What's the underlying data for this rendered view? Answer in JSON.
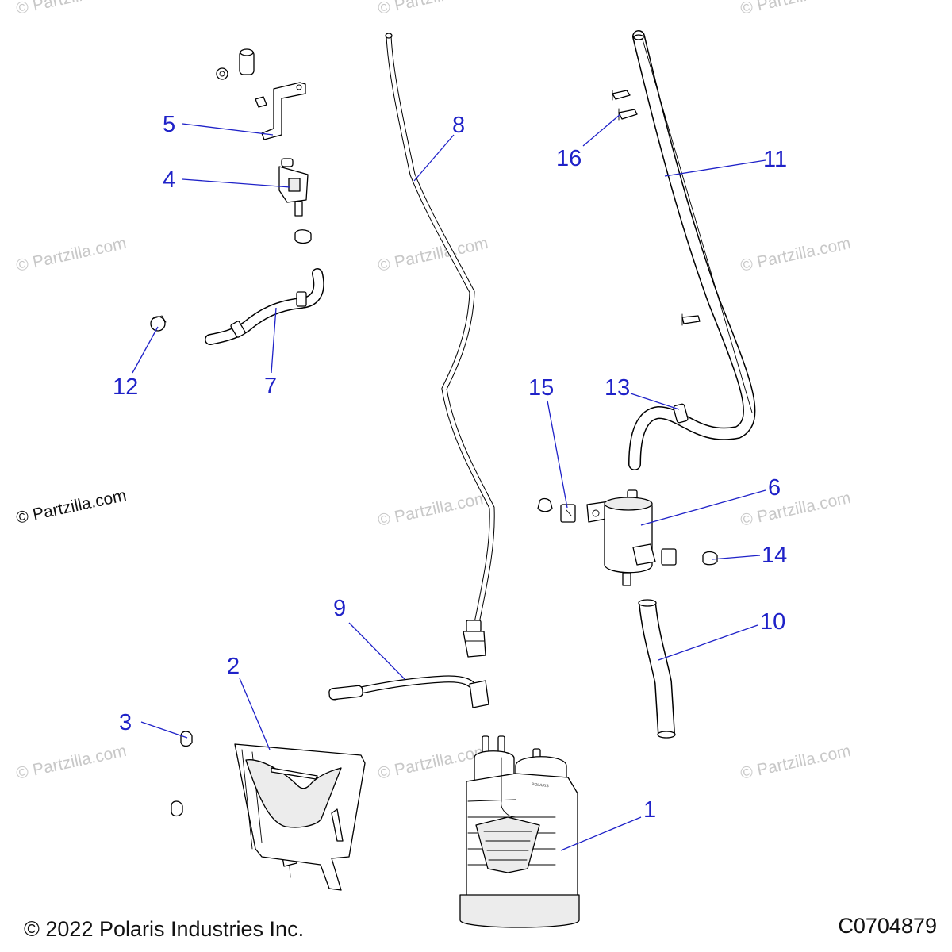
{
  "diagram": {
    "copyright": "© 2022 Polaris Industries Inc.",
    "drawing_code": "C0704879",
    "watermark_text": "© Partzilla.com",
    "canister_label": "POLARIS",
    "colors": {
      "callout": "#1f22c8",
      "line": "#000000",
      "watermark": "#c8c8c8"
    },
    "callouts": [
      {
        "id": "1",
        "label": "1"
      },
      {
        "id": "2",
        "label": "2"
      },
      {
        "id": "3",
        "label": "3"
      },
      {
        "id": "4",
        "label": "4"
      },
      {
        "id": "5",
        "label": "5"
      },
      {
        "id": "6",
        "label": "6"
      },
      {
        "id": "7",
        "label": "7"
      },
      {
        "id": "8",
        "label": "8"
      },
      {
        "id": "9",
        "label": "9"
      },
      {
        "id": "10",
        "label": "10"
      },
      {
        "id": "11",
        "label": "11"
      },
      {
        "id": "12",
        "label": "12"
      },
      {
        "id": "13",
        "label": "13"
      },
      {
        "id": "14",
        "label": "14"
      },
      {
        "id": "15",
        "label": "15"
      },
      {
        "id": "16",
        "label": "16"
      }
    ]
  }
}
